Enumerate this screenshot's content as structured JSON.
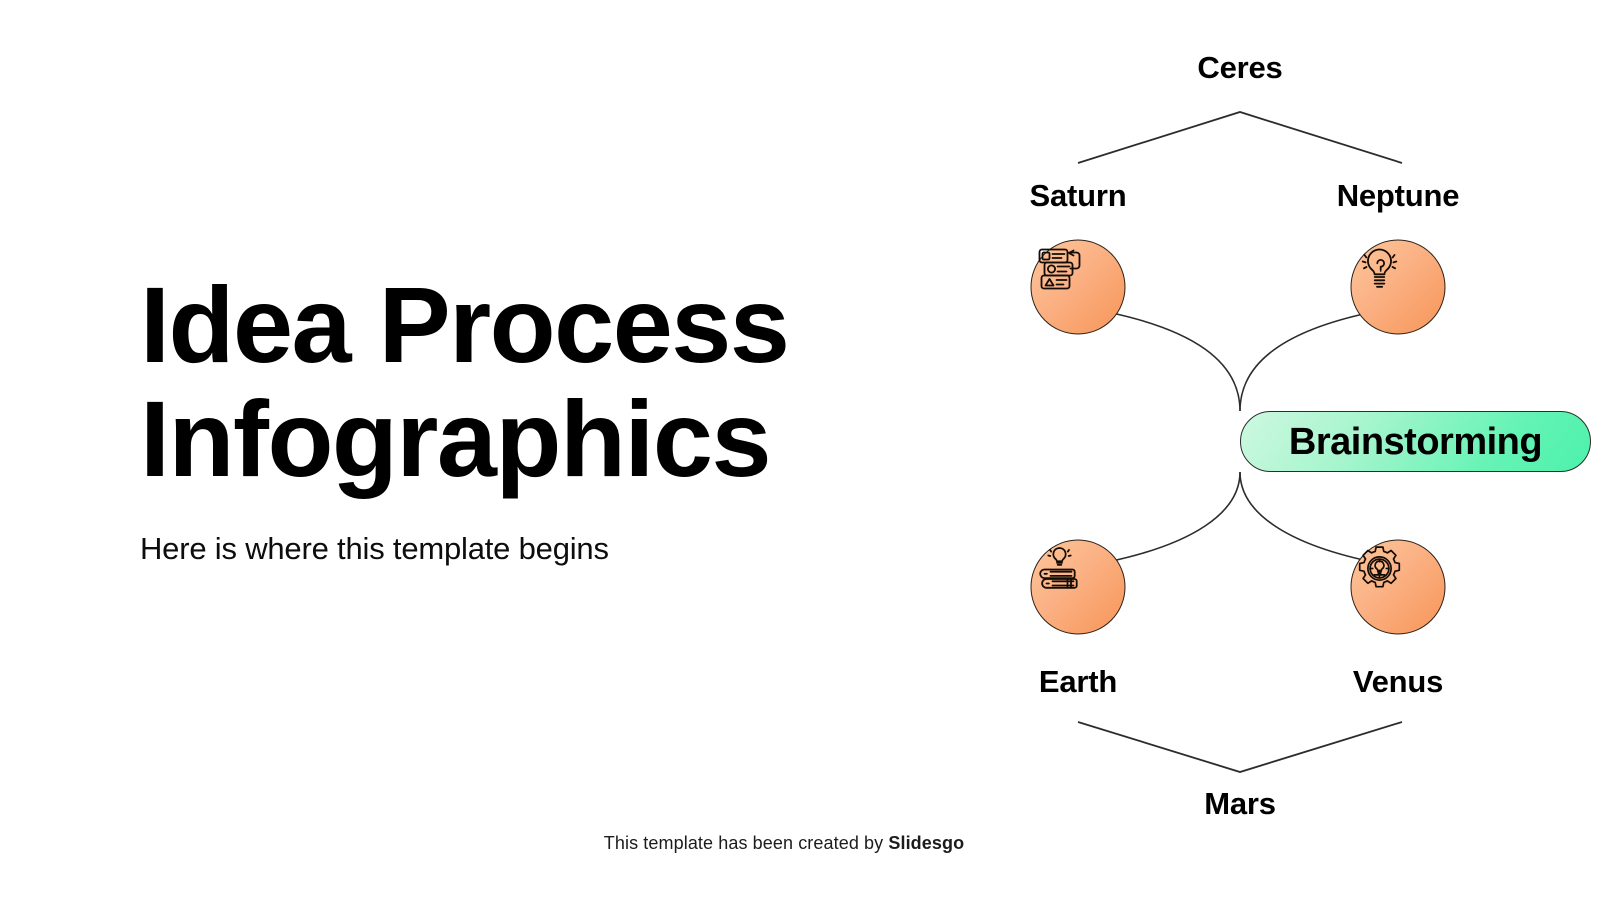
{
  "slide": {
    "background_color": "#ffffff",
    "title": "Idea Process\nInfographics",
    "subtitle": "Here is where this template begins",
    "footer_prefix": "This template has been created by ",
    "footer_brand": "Slidesgo"
  },
  "diagram": {
    "center": {
      "label": "Brainstorming",
      "gradient_from": "#cdf8e0",
      "gradient_to": "#4df2ab",
      "border_color": "#2c2c2c"
    },
    "top_node": {
      "label": "Ceres"
    },
    "bottom_node": {
      "label": "Mars"
    },
    "circle_gradient_from": "#fcc69a",
    "circle_gradient_to": "#f79558",
    "connector_color": "#2c2c2c",
    "nodes": [
      {
        "label": "Saturn",
        "icon": "list-cards-arrow-icon",
        "position": "top-left"
      },
      {
        "label": "Neptune",
        "icon": "lightbulb-rays-icon",
        "position": "top-right"
      },
      {
        "label": "Earth",
        "icon": "books-lightbulb-icon",
        "position": "bottom-left"
      },
      {
        "label": "Venus",
        "icon": "gear-lightbulb-icon",
        "position": "bottom-right"
      }
    ]
  }
}
